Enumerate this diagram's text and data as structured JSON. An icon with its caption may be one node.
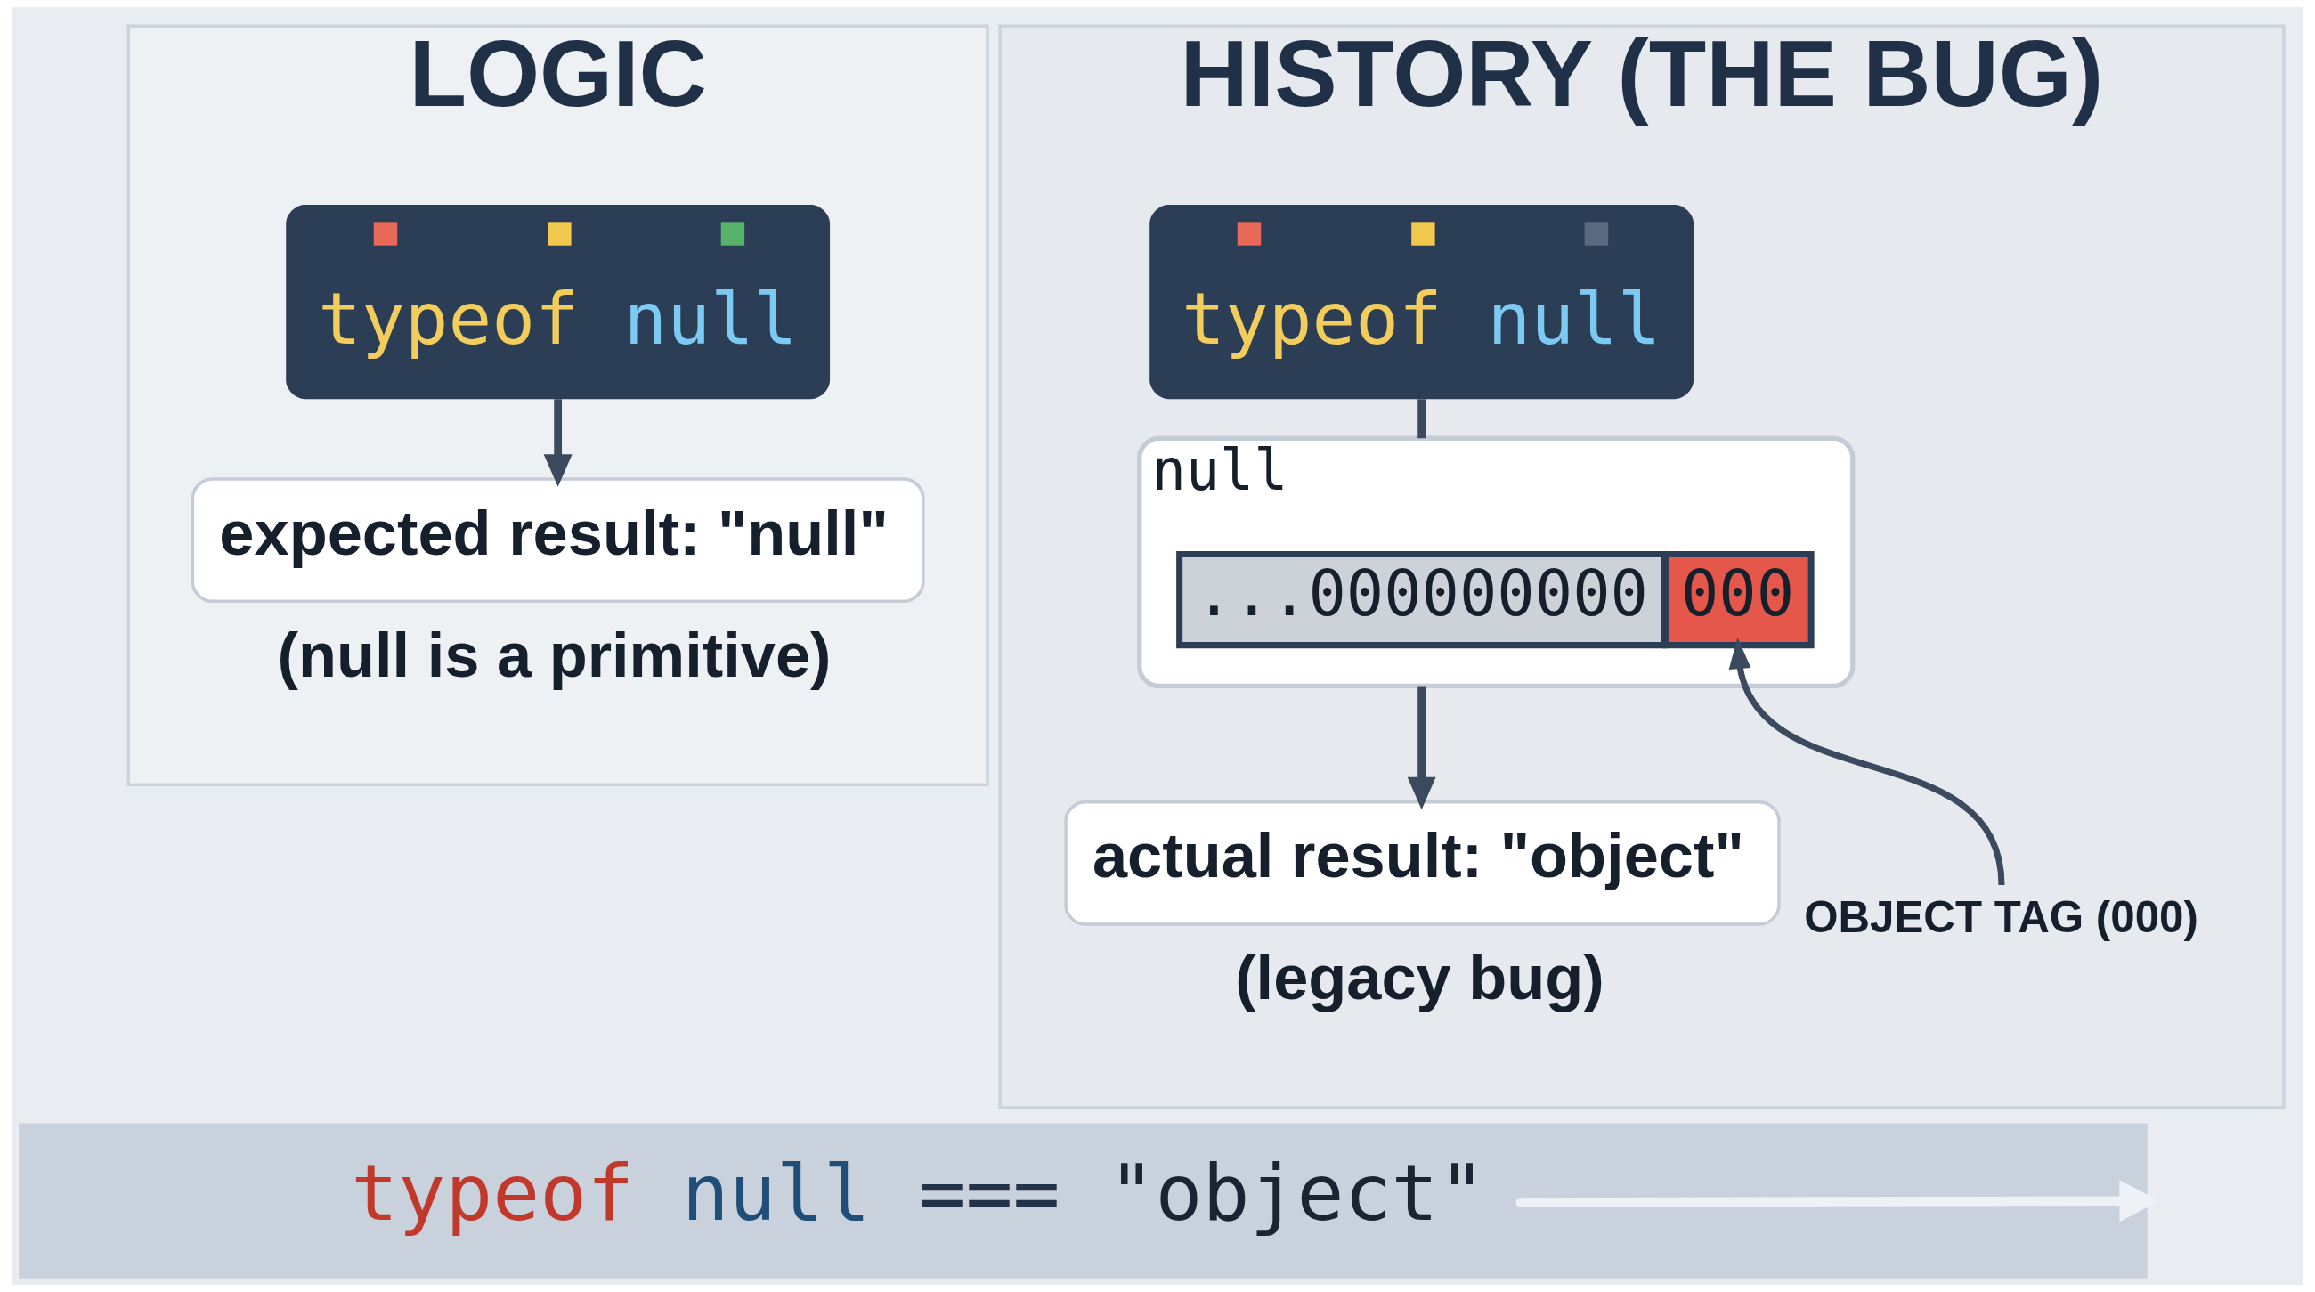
{
  "diagram": {
    "nodes": [
      {
        "text": [
          "LOGIC"
        ]
      },
      {
        "text": [
          "typeof null"
        ],
        "in": 0
      },
      {
        "text": [
          "expected result: \"null\""
        ],
        "in": 0,
        "beside": [
          "(null is a primitive)"
        ]
      },
      {
        "text": [
          "HISTORY (THE BUG)"
        ]
      },
      {
        "text": [
          "typeof null"
        ],
        "in": 3
      },
      {
        "text": [
          "null"
        ],
        "in": 3
      },
      {
        "text": [
          "...000000000"
        ],
        "in": 5
      },
      {
        "text": [
          "000"
        ],
        "in": 5
      },
      {
        "text": [
          "OBJECT TAG (000)"
        ],
        "in": 3
      },
      {
        "text": [
          "actual result: \"object\""
        ],
        "in": 3,
        "beside": [
          "(legacy bug)"
        ]
      },
      {
        "text": [
          "typeof null === \"object\""
        ]
      }
    ],
    "edges": [
      {
        "from": 1,
        "to": 2,
        "arrow": "to"
      },
      {
        "from": 4,
        "to": 5,
        "arrow": "none"
      },
      {
        "from": 5,
        "to": 9,
        "arrow": "to"
      },
      {
        "from": 8,
        "to": 7,
        "arrow": "to"
      },
      {
        "from": 10,
        "to": null,
        "arrow": "to",
        "color": "#eef1f5"
      }
    ]
  }
}
